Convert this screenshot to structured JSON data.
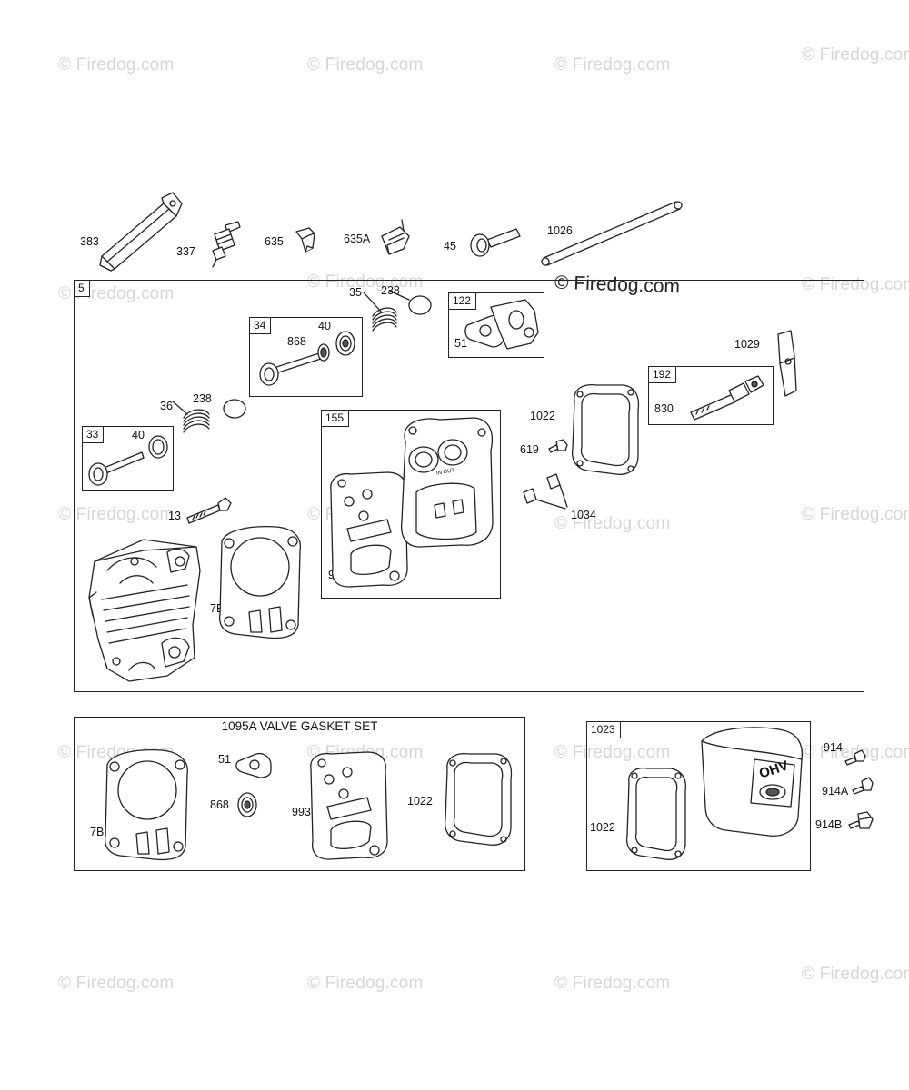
{
  "watermark": {
    "text": "© Firedog.com",
    "main_text": "© Firedog.com",
    "color": "#d6d6d6"
  },
  "parts_top": [
    {
      "ref": "383"
    },
    {
      "ref": "337"
    },
    {
      "ref": "635"
    },
    {
      "ref": "635A"
    },
    {
      "ref": "45"
    },
    {
      "ref": "1026"
    }
  ],
  "assembly": {
    "tag": "5",
    "labels": {
      "p35": "35",
      "p238a": "238",
      "p36": "36",
      "p238b": "238",
      "p13": "13",
      "p7b": "7B",
      "p1029": "1029",
      "p1022": "1022",
      "p619": "619",
      "p1034": "1034"
    },
    "kits": {
      "k34": {
        "tag": "34",
        "p868": "868",
        "p40": "40"
      },
      "k33": {
        "tag": "33",
        "p40": "40"
      },
      "k122": {
        "tag": "122",
        "p51": "51"
      },
      "k155": {
        "tag": "155",
        "p993": "993",
        "stamp": "IN OUT"
      },
      "k192": {
        "tag": "192",
        "p830": "830"
      }
    }
  },
  "valve_gasket_set": {
    "title": "1095A VALVE GASKET SET",
    "labels": {
      "p7b": "7B",
      "p51": "51",
      "p868": "868",
      "p993": "993",
      "p1022": "1022"
    }
  },
  "cover_kit": {
    "tag": "1023",
    "labels": {
      "p1022": "1022",
      "p914": "914",
      "p914a": "914A",
      "p914b": "914B"
    },
    "logo_text": "OHV"
  }
}
